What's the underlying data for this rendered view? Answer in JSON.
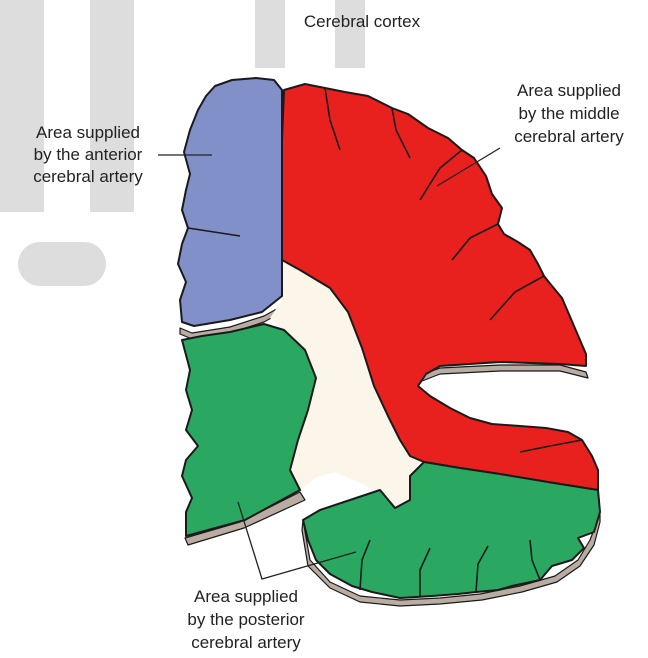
{
  "title": "Cerebral cortex",
  "regions": {
    "anterior": {
      "label_lines": [
        "Area supplied",
        "by the anterior",
        "cerebral artery"
      ],
      "color": "#8190c8"
    },
    "middle": {
      "label_lines": [
        "Area supplied",
        "by the middle",
        "cerebral artery"
      ],
      "color": "#e8201e"
    },
    "posterior": {
      "label_lines": [
        "Area supplied",
        "by the posterior",
        "cerebral artery"
      ],
      "color": "#2aa862"
    },
    "white_matter": {
      "color": "#fbf5ea"
    }
  },
  "colors": {
    "outline": "#1a1a1a",
    "pia_rim": "#b9aca3",
    "watermark": "#dddddd",
    "leader": "#222222"
  }
}
